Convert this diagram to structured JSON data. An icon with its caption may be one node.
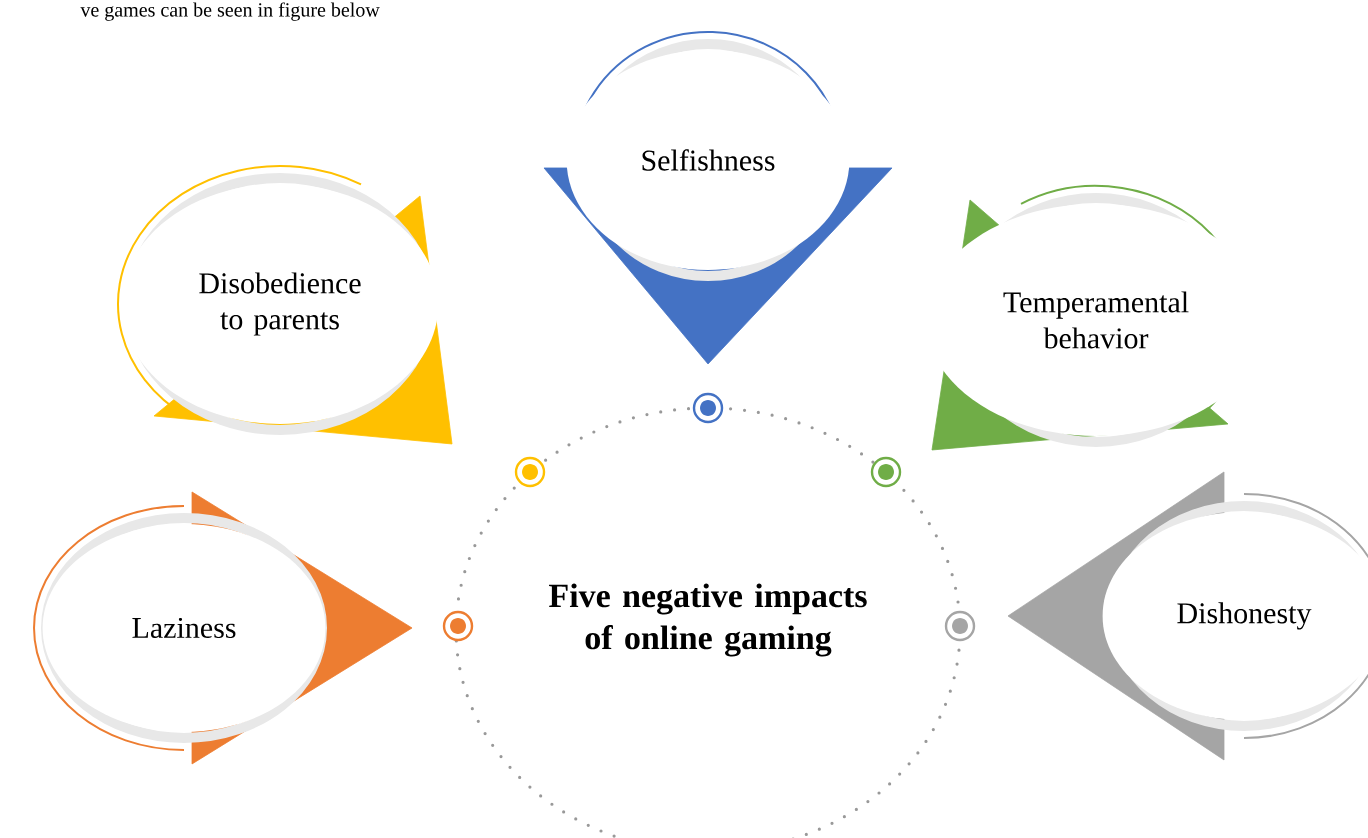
{
  "diagram": {
    "nodes": [
      {
        "text": [
          "Selfishness"
        ]
      },
      {
        "text": [
          "Disobedience to parents"
        ]
      },
      {
        "text": [
          "Temperamental behavior"
        ]
      },
      {
        "text": [
          "Laziness"
        ]
      },
      {
        "text": [
          "Five negative impacts of online gaming"
        ]
      },
      {
        "text": [
          "Dishonesty"
        ]
      }
    ],
    "labels": [
      "ve games can be seen in figure below"
    ]
  }
}
